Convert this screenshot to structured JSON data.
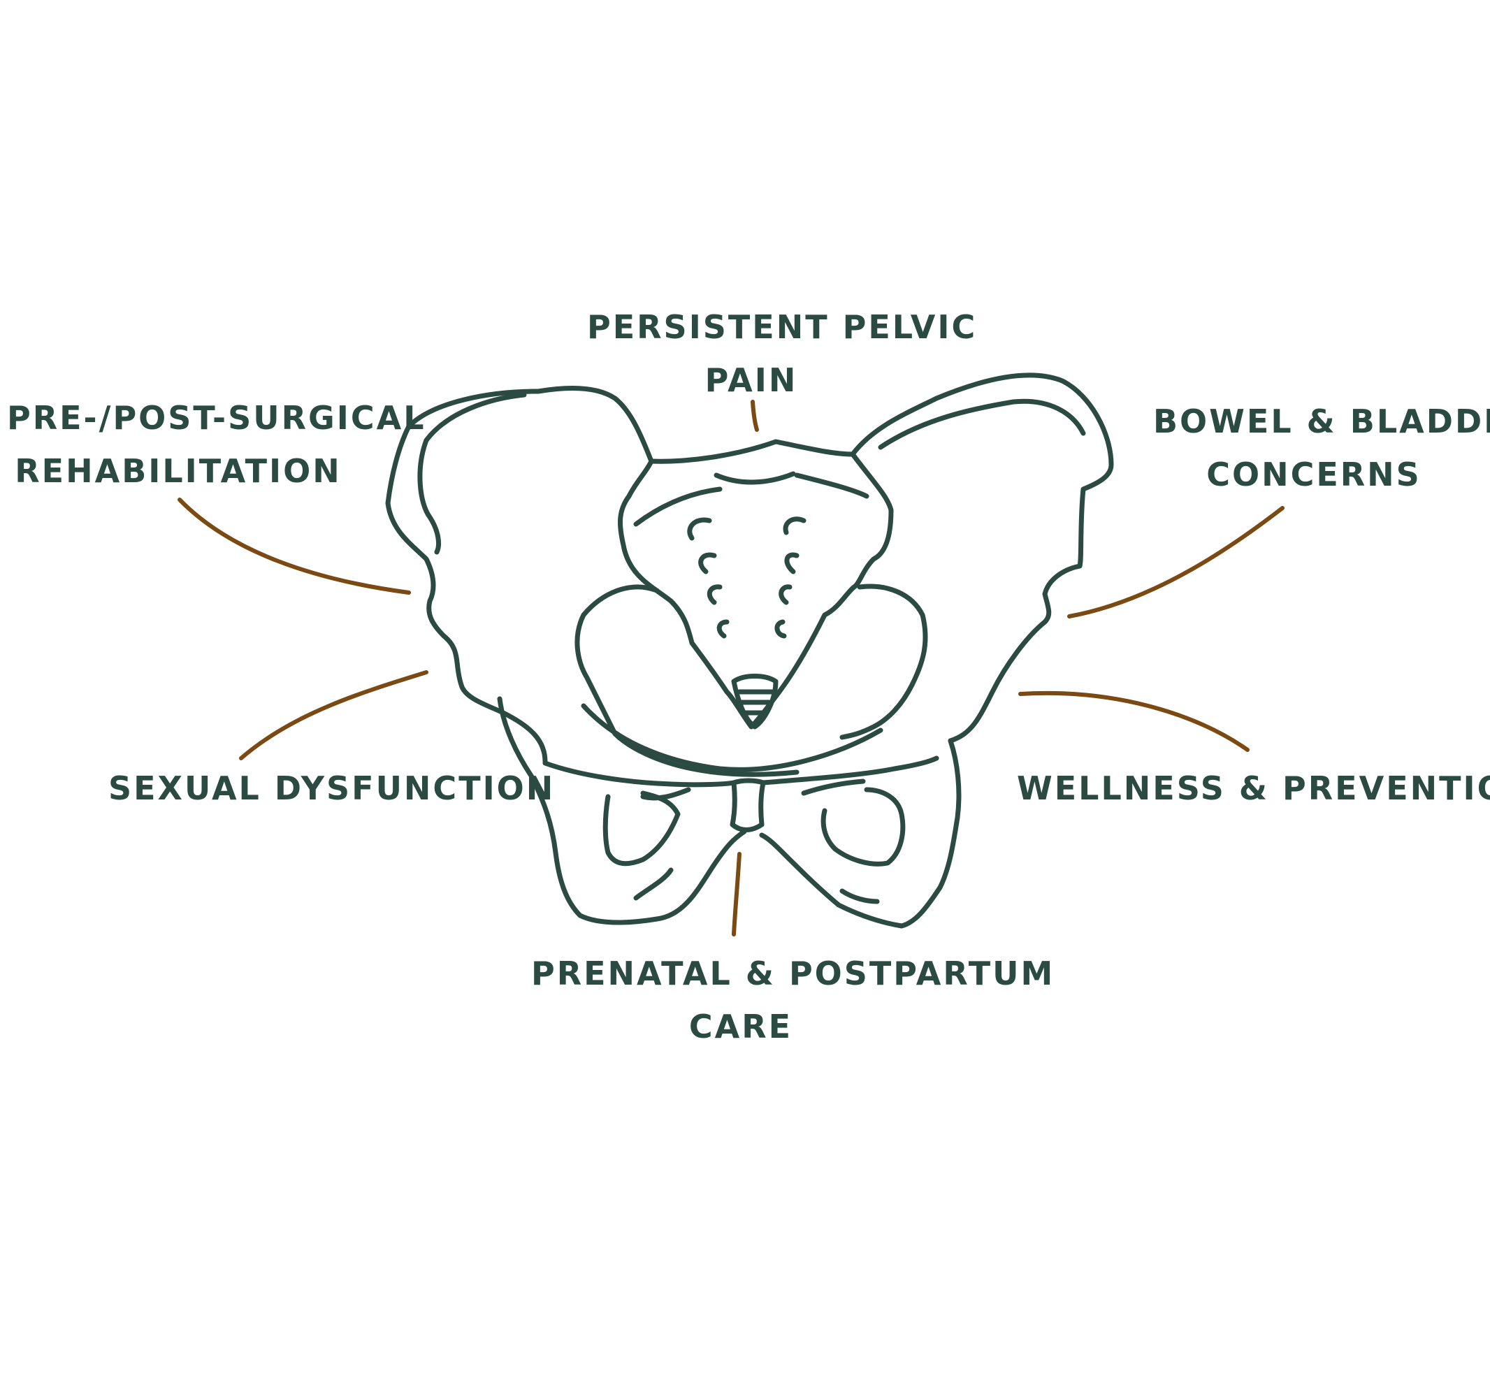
{
  "colors": {
    "ink": "#2b4a42",
    "leader": "#7a4a12",
    "background": "#ffffff"
  },
  "labels": {
    "persistent_pelvic_pain": [
      "PERSISTENT PELVIC",
      "PAIN"
    ],
    "pre_post_surgical": [
      "PRE-/POST-SURGICAL",
      "REHABILITATION"
    ],
    "bowel_bladder": [
      "BOWEL & BLADDER",
      "CONCERNS"
    ],
    "sexual_dysfunction": [
      "SEXUAL DYSFUNCTION"
    ],
    "wellness_prevention": [
      "WELLNESS & PREVENTION"
    ],
    "prenatal_postpartum": [
      "PRENATAL & POSTPARTUM",
      "CARE"
    ]
  },
  "illustration": {
    "subject": "pelvis-outline-drawing"
  }
}
